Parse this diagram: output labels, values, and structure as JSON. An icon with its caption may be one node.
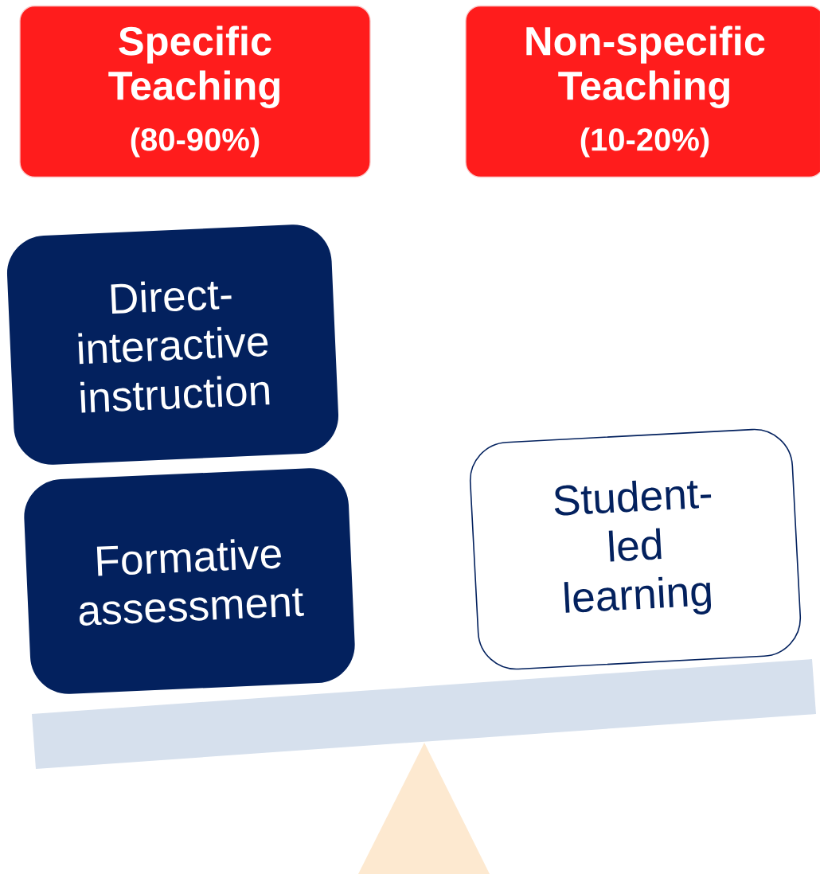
{
  "diagram": {
    "nodes": [
      {
        "text": [
          "Specific Teaching",
          "(80-90%)"
        ]
      },
      {
        "text": [
          "Non-specific Teaching",
          "(10-20%)"
        ]
      },
      {
        "text": [
          "Direct-interactive instruction"
        ]
      },
      {
        "text": [
          "Formative assessment"
        ]
      },
      {
        "text": [
          "Student-led learning"
        ]
      }
    ]
  }
}
